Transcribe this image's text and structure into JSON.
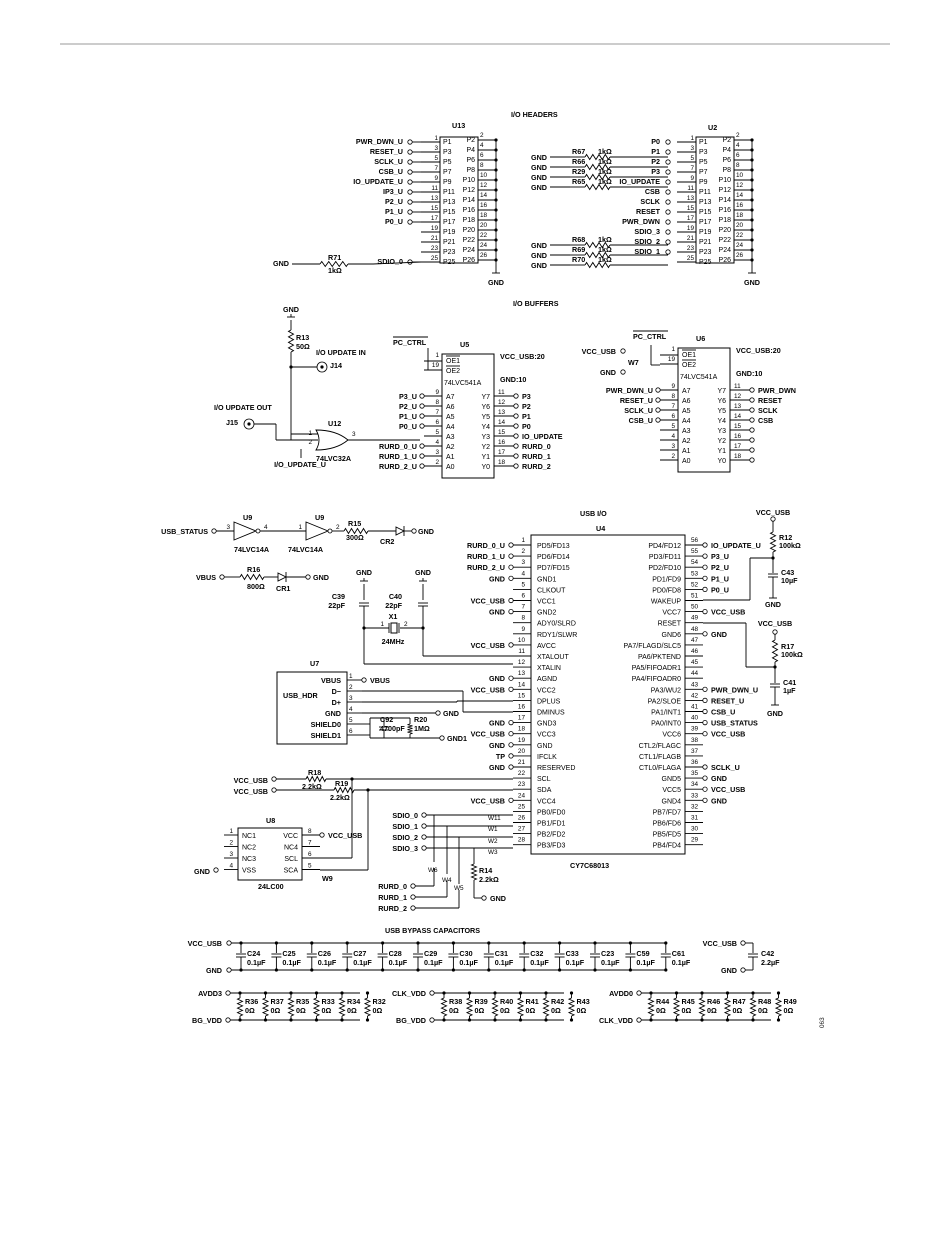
{
  "sections": {
    "io_headers": "I/O HEADERS",
    "io_buffers": "I/O BUFFERS",
    "usb_io": "USB I/O",
    "usb_bypass": "USB BYPASS CAPACITORS"
  },
  "u13": {
    "ref": "U13",
    "left_pins": [
      {
        "sig": "PWR_DWN_U",
        "num": "1",
        "name": "P1"
      },
      {
        "sig": "RESET_U",
        "num": "3",
        "name": "P3"
      },
      {
        "sig": "SCLK_U",
        "num": "5",
        "name": "P5"
      },
      {
        "sig": "CSB_U",
        "num": "7",
        "name": "P7"
      },
      {
        "sig": "IO_UPDATE_U",
        "num": "9",
        "name": "P9"
      },
      {
        "sig": "IP3_U",
        "num": "11",
        "name": "P11"
      },
      {
        "sig": "P2_U",
        "num": "13",
        "name": "P13"
      },
      {
        "sig": "P1_U",
        "num": "15",
        "name": "P15"
      },
      {
        "sig": "P0_U",
        "num": "17",
        "name": "P17"
      },
      {
        "sig": "",
        "num": "19",
        "name": "P19"
      },
      {
        "sig": "",
        "num": "21",
        "name": "P21"
      },
      {
        "sig": "",
        "num": "23",
        "name": "P23"
      },
      {
        "sig": "SDIO_0",
        "num": "25",
        "name": "P25"
      }
    ],
    "right_pins": [
      {
        "num": "2",
        "name": "P2"
      },
      {
        "num": "4",
        "name": "P4"
      },
      {
        "num": "6",
        "name": "P6"
      },
      {
        "num": "8",
        "name": "P8"
      },
      {
        "num": "10",
        "name": "P10"
      },
      {
        "num": "12",
        "name": "P12"
      },
      {
        "num": "14",
        "name": "P14"
      },
      {
        "num": "16",
        "name": "P16"
      },
      {
        "num": "18",
        "name": "P18"
      },
      {
        "num": "20",
        "name": "P20"
      },
      {
        "num": "22",
        "name": "P22"
      },
      {
        "num": "24",
        "name": "P24"
      },
      {
        "num": "26",
        "name": "P26"
      }
    ],
    "gnd": "GND",
    "r71": {
      "ref": "R71",
      "val": "1kΩ",
      "gnd": "GND"
    }
  },
  "u2": {
    "ref": "U2",
    "left_pins": [
      {
        "sig": "P0",
        "num": "1",
        "name": "P1"
      },
      {
        "sig": "P1",
        "num": "3",
        "name": "P3"
      },
      {
        "sig": "P2",
        "num": "5",
        "name": "P5"
      },
      {
        "sig": "P3",
        "num": "7",
        "name": "P7"
      },
      {
        "sig": "IO_UPDATE",
        "num": "9",
        "name": "P9"
      },
      {
        "sig": "CSB",
        "num": "11",
        "name": "P11"
      },
      {
        "sig": "SCLK",
        "num": "13",
        "name": "P13"
      },
      {
        "sig": "RESET",
        "num": "15",
        "name": "P15"
      },
      {
        "sig": "PWR_DWN",
        "num": "17",
        "name": "P17"
      },
      {
        "sig": "SDIO_3",
        "num": "19",
        "name": "P19"
      },
      {
        "sig": "SDIO_2",
        "num": "21",
        "name": "P21"
      },
      {
        "sig": "SDIO_1",
        "num": "23",
        "name": "P23"
      },
      {
        "sig": "",
        "num": "25",
        "name": "P25"
      }
    ],
    "right_pins": [
      {
        "num": "2",
        "name": "P2"
      },
      {
        "num": "4",
        "name": "P4"
      },
      {
        "num": "6",
        "name": "P6"
      },
      {
        "num": "8",
        "name": "P8"
      },
      {
        "num": "10",
        "name": "P10"
      },
      {
        "num": "12",
        "name": "P12"
      },
      {
        "num": "14",
        "name": "P14"
      },
      {
        "num": "16",
        "name": "P16"
      },
      {
        "num": "18",
        "name": "P18"
      },
      {
        "num": "20",
        "name": "P20"
      },
      {
        "num": "22",
        "name": "P22"
      },
      {
        "num": "24",
        "name": "P24"
      },
      {
        "num": "26",
        "name": "P26"
      }
    ],
    "res_top": [
      {
        "ref": "R67",
        "val": "1kΩ"
      },
      {
        "ref": "R66",
        "val": "1kΩ"
      },
      {
        "ref": "R29",
        "val": "1kΩ"
      },
      {
        "ref": "R65",
        "val": "1kΩ"
      }
    ],
    "res_bot": [
      {
        "ref": "R68",
        "val": "1kΩ"
      },
      {
        "ref": "R69",
        "val": "1kΩ"
      },
      {
        "ref": "R70",
        "val": "1kΩ"
      }
    ],
    "gnd": "GND"
  },
  "u5": {
    "ref": "U5",
    "part": "74LVC541A",
    "vcc": "VCC_USB:20",
    "gnd": "GND:10",
    "pc_ctrl": "PC_CTRL",
    "oe1": "OE1",
    "oe2": "OE2",
    "oe_pins": [
      "1",
      "19"
    ],
    "rows": [
      {
        "in": "P3_U",
        "ip": "9",
        "a": "A7",
        "y": "Y7",
        "op": "11",
        "out": "P3"
      },
      {
        "in": "P2_U",
        "ip": "8",
        "a": "A6",
        "y": "Y6",
        "op": "12",
        "out": "P2"
      },
      {
        "in": "P1_U",
        "ip": "7",
        "a": "A5",
        "y": "Y5",
        "op": "13",
        "out": "P1"
      },
      {
        "in": "P0_U",
        "ip": "6",
        "a": "A4",
        "y": "Y4",
        "op": "14",
        "out": "P0"
      },
      {
        "in": "",
        "ip": "5",
        "a": "A3",
        "y": "Y3",
        "op": "15",
        "out": "IO_UPDATE"
      },
      {
        "in": "RURD_0_U",
        "ip": "4",
        "a": "A2",
        "y": "Y2",
        "op": "16",
        "out": "RURD_0"
      },
      {
        "in": "RURD_1_U",
        "ip": "3",
        "a": "A1",
        "y": "Y1",
        "op": "17",
        "out": "RURD_1"
      },
      {
        "in": "RURD_2_U",
        "ip": "2",
        "a": "A0",
        "y": "Y0",
        "op": "18",
        "out": "RURD_2"
      }
    ]
  },
  "u6": {
    "ref": "U6",
    "part": "74LVC541A",
    "vcc": "VCC_USB:20",
    "gnd": "GND:10",
    "pc_ctrl": "PC_CTRL",
    "w7": "W7",
    "vcc_usb": "VCC_USB",
    "gnd_label": "GND",
    "oe1": "OE1",
    "oe2": "OE2",
    "oe_pins": [
      "1",
      "19"
    ],
    "rows": [
      {
        "in": "PWR_DWN_U",
        "ip": "9",
        "a": "A7",
        "y": "Y7",
        "op": "11",
        "out": "PWR_DWN"
      },
      {
        "in": "RESET_U",
        "ip": "8",
        "a": "A6",
        "y": "Y6",
        "op": "12",
        "out": "RESET"
      },
      {
        "in": "SCLK_U",
        "ip": "7",
        "a": "A5",
        "y": "Y5",
        "op": "13",
        "out": "SCLK"
      },
      {
        "in": "CSB_U",
        "ip": "6",
        "a": "A4",
        "y": "Y4",
        "op": "14",
        "out": "CSB"
      },
      {
        "in": "",
        "ip": "5",
        "a": "A3",
        "y": "Y3",
        "op": "15",
        "out": ""
      },
      {
        "in": "",
        "ip": "4",
        "a": "A2",
        "y": "Y2",
        "op": "16",
        "out": ""
      },
      {
        "in": "",
        "ip": "3",
        "a": "A1",
        "y": "Y1",
        "op": "17",
        "out": ""
      },
      {
        "in": "",
        "ip": "2",
        "a": "A0",
        "y": "Y0",
        "op": "18",
        "out": ""
      }
    ]
  },
  "update_io": {
    "gnd": "GND",
    "r13": "R13",
    "r13_val": "50Ω",
    "in_label": "I/O UPDATE IN",
    "j14": "J14",
    "out_label": "I/O UPDATE OUT",
    "j15": "J15",
    "u12": "U12",
    "u12_part": "74LVC32A",
    "u12_pins": [
      "1",
      "2",
      "3"
    ],
    "u12_out": "I/O_UPDATE_U"
  },
  "status": {
    "usb_status": "USB_STATUS",
    "u9": "U9",
    "u9_part": "74LVC14A",
    "pins_a": [
      "3",
      "4"
    ],
    "pins_b": [
      "1",
      "2"
    ],
    "r15": "R15",
    "r15_val": "300Ω",
    "cr2": "CR2",
    "gnd": "GND",
    "vbus": "VBUS",
    "r16": "R16",
    "r16_val": "800Ω",
    "cr1": "CR1"
  },
  "xtal": {
    "gnd": "GND",
    "c39": "C39",
    "c39_val": "22pF",
    "c40": "C40",
    "c40_val": "22pF",
    "x1": "X1",
    "freq": "24MHz",
    "pins": [
      "1",
      "2"
    ]
  },
  "u7": {
    "ref": "U7",
    "label": "USB_HDR",
    "pins": [
      {
        "name": "VBUS",
        "num": "1"
      },
      {
        "name": "D−",
        "num": "2"
      },
      {
        "name": "D+",
        "num": "3"
      },
      {
        "name": "GND",
        "num": "4"
      },
      {
        "name": "SHIELD0",
        "num": "5"
      },
      {
        "name": "SHIELD1",
        "num": "6"
      }
    ],
    "vbus_net": "VBUS",
    "gnd_net": "GND",
    "gnd1_net": "GND1",
    "c92": "C92",
    "c92_val": "4700pF",
    "r20": "R20",
    "r20_val": "1MΩ"
  },
  "u4": {
    "ref": "U4",
    "part": "CY7C68013",
    "left_pins": [
      {
        "net": "RURD_0_U",
        "num": "1",
        "name": "PD5/FD13"
      },
      {
        "net": "RURD_1_U",
        "num": "2",
        "name": "PD6/FD14"
      },
      {
        "net": "RURD_2_U",
        "num": "3",
        "name": "PD7/FD15"
      },
      {
        "net": "GND",
        "num": "4",
        "name": "GND1"
      },
      {
        "net": "",
        "num": "5",
        "name": "CLKOUT"
      },
      {
        "net": "VCC_USB",
        "num": "6",
        "name": "VCC1"
      },
      {
        "net": "GND",
        "num": "7",
        "name": "GND2"
      },
      {
        "net": "",
        "num": "8",
        "name": "ADY0/SLRD"
      },
      {
        "net": "",
        "num": "9",
        "name": "RDY1/SLWR"
      },
      {
        "net": "VCC_USB",
        "num": "10",
        "name": "AVCC"
      },
      {
        "net": "",
        "num": "11",
        "name": "XTALOUT"
      },
      {
        "net": "",
        "num": "12",
        "name": "XTALIN"
      },
      {
        "net": "GND",
        "num": "13",
        "name": "AGND"
      },
      {
        "net": "VCC_USB",
        "num": "14",
        "name": "VCC2"
      },
      {
        "net": "",
        "num": "15",
        "name": "DPLUS"
      },
      {
        "net": "",
        "num": "16",
        "name": "DMINUS"
      },
      {
        "net": "GND",
        "num": "17",
        "name": "GND3"
      },
      {
        "net": "VCC_USB",
        "num": "18",
        "name": "VCC3"
      },
      {
        "net": "GND",
        "num": "19",
        "name": "GND"
      },
      {
        "net": "TP",
        "num": "20",
        "name": "IFCLK"
      },
      {
        "net": "GND",
        "num": "21",
        "name": "RESERVED"
      },
      {
        "net": "",
        "num": "22",
        "name": "SCL"
      },
      {
        "net": "",
        "num": "23",
        "name": "SDA"
      },
      {
        "net": "VCC_USB",
        "num": "24",
        "name": "VCC4"
      },
      {
        "net": "",
        "num": "25",
        "name": "PB0/FD0"
      },
      {
        "net": "",
        "num": "26",
        "name": "PB1/FD1"
      },
      {
        "net": "",
        "num": "27",
        "name": "PB2/FD2"
      },
      {
        "net": "",
        "num": "28",
        "name": "PB3/FD3"
      }
    ],
    "right_pins": [
      {
        "net": "IO_UPDATE_U",
        "num": "56",
        "name": "PD4/FD12"
      },
      {
        "net": "P3_U",
        "num": "55",
        "name": "PD3/FD11"
      },
      {
        "net": "P2_U",
        "num": "54",
        "name": "PD2/FD10"
      },
      {
        "net": "P1_U",
        "num": "53",
        "name": "PD1/FD9"
      },
      {
        "net": "P0_U",
        "num": "52",
        "name": "PD0/FD8"
      },
      {
        "net": "",
        "num": "51",
        "name": "WAKEUP"
      },
      {
        "net": "VCC_USB",
        "num": "50",
        "name": "VCC7"
      },
      {
        "net": "",
        "num": "49",
        "name": "RESET"
      },
      {
        "net": "GND",
        "num": "48",
        "name": "GND6"
      },
      {
        "net": "",
        "num": "47",
        "name": "PA7/FLAGD/SLC5"
      },
      {
        "net": "",
        "num": "46",
        "name": "PA6/PKTEND"
      },
      {
        "net": "",
        "num": "45",
        "name": "PA5/FIFOADR1"
      },
      {
        "net": "",
        "num": "44",
        "name": "PA4/FIFOADR0"
      },
      {
        "net": "PWR_DWN_U",
        "num": "43",
        "name": "PA3/WU2"
      },
      {
        "net": "RESET_U",
        "num": "42",
        "name": "PA2/SLOE"
      },
      {
        "net": "CSB_U",
        "num": "41",
        "name": "PA1/INT1"
      },
      {
        "net": "USB_STATUS",
        "num": "40",
        "name": "PA0/INT0"
      },
      {
        "net": "VCC_USB",
        "num": "39",
        "name": "VCC6"
      },
      {
        "net": "",
        "num": "38",
        "name": "CTL2/FLAGC"
      },
      {
        "net": "",
        "num": "37",
        "name": "CTL1/FLAGB"
      },
      {
        "net": "SCLK_U",
        "num": "36",
        "name": "CTL0/FLAGA"
      },
      {
        "net": "GND",
        "num": "35",
        "name": "GND5"
      },
      {
        "net": "VCC_USB",
        "num": "34",
        "name": "VCC5"
      },
      {
        "net": "GND",
        "num": "33",
        "name": "GND4"
      },
      {
        "net": "",
        "num": "32",
        "name": "PB7/FD7"
      },
      {
        "net": "",
        "num": "31",
        "name": "PB6/FD6"
      },
      {
        "net": "",
        "num": "30",
        "name": "PB5/FD5"
      },
      {
        "net": "",
        "num": "29",
        "name": "PB4/FD4"
      }
    ],
    "vcc_usb_a": "VCC_USB",
    "r12": "R12",
    "r12_val": "100kΩ",
    "c43": "C43",
    "c43_val": "10µF",
    "gnd_a": "GND",
    "vcc_usb_b": "VCC_USB",
    "r17": "R17",
    "r17_val": "100kΩ",
    "c41": "C41",
    "c41_val": "1µF",
    "gnd_b": "GND"
  },
  "u8": {
    "ref": "U8",
    "part": "24LC00",
    "left_pins": [
      {
        "num": "1",
        "name": "NC1"
      },
      {
        "num": "2",
        "name": "NC2"
      },
      {
        "num": "3",
        "name": "NC3"
      },
      {
        "num": "4",
        "name": "VSS"
      }
    ],
    "right_pins": [
      {
        "num": "8",
        "name": "VCC"
      },
      {
        "num": "7",
        "name": "NC4"
      },
      {
        "num": "6",
        "name": "SCL"
      },
      {
        "num": "5",
        "name": "SCA"
      }
    ],
    "vcc_usb": "VCC_USB",
    "gnd": "GND",
    "w9": "W9",
    "r18": "R18",
    "r18_val": "2.2kΩ",
    "r19": "R19",
    "r19_val": "2.2kΩ",
    "vcc_usb_a": "VCC_USB",
    "vcc_usb_b": "VCC_USB"
  },
  "sdio": {
    "nets": [
      "SDIO_0",
      "SDIO_1",
      "SDIO_2",
      "SDIO_3"
    ],
    "rurd": [
      "RURD_0",
      "RURD_1",
      "RURD_2"
    ],
    "jumpers": [
      "W11",
      "W1",
      "W2",
      "W3",
      "W6",
      "W4",
      "W5"
    ],
    "r14": "R14",
    "r14_val": "2.2kΩ",
    "gnd": "GND"
  },
  "bypass": {
    "vcc_usb": "VCC_USB",
    "gnd": "GND",
    "caps": [
      {
        "ref": "C24",
        "val": "0.1µF"
      },
      {
        "ref": "C25",
        "val": "0.1µF"
      },
      {
        "ref": "C26",
        "val": "0.1µF"
      },
      {
        "ref": "C27",
        "val": "0.1µF"
      },
      {
        "ref": "C28",
        "val": "0.1µF"
      },
      {
        "ref": "C29",
        "val": "0.1µF"
      },
      {
        "ref": "C30",
        "val": "0.1µF"
      },
      {
        "ref": "C31",
        "val": "0.1µF"
      },
      {
        "ref": "C32",
        "val": "0.1µF"
      },
      {
        "ref": "C33",
        "val": "0.1µF"
      },
      {
        "ref": "C23",
        "val": "0.1µF"
      },
      {
        "ref": "C59",
        "val": "0.1µF"
      },
      {
        "ref": "C61",
        "val": "0.1µF"
      }
    ],
    "c42_vcc": "VCC_USB",
    "c42_gnd": "GND",
    "c42": {
      "ref": "C42",
      "val": "2.2µF"
    },
    "groups": [
      {
        "top": "AVDD3",
        "bot": "BG_VDD",
        "res": [
          {
            "ref": "R36",
            "val": "0Ω"
          },
          {
            "ref": "R37",
            "val": "0Ω"
          },
          {
            "ref": "R35",
            "val": "0Ω"
          },
          {
            "ref": "R33",
            "val": "0Ω"
          },
          {
            "ref": "R34",
            "val": "0Ω"
          },
          {
            "ref": "R32",
            "val": "0Ω"
          }
        ]
      },
      {
        "top": "CLK_VDD",
        "bot": "BG_VDD",
        "res": [
          {
            "ref": "R38",
            "val": "0Ω"
          },
          {
            "ref": "R39",
            "val": "0Ω"
          },
          {
            "ref": "R40",
            "val": "0Ω"
          },
          {
            "ref": "R41",
            "val": "0Ω"
          },
          {
            "ref": "R42",
            "val": "0Ω"
          },
          {
            "ref": "R43",
            "val": "0Ω"
          }
        ]
      },
      {
        "top": "AVDD0",
        "bot": "CLK_VDD",
        "res": [
          {
            "ref": "R44",
            "val": "0Ω"
          },
          {
            "ref": "R45",
            "val": "0Ω"
          },
          {
            "ref": "R46",
            "val": "0Ω"
          },
          {
            "ref": "R47",
            "val": "0Ω"
          },
          {
            "ref": "R48",
            "val": "0Ω"
          },
          {
            "ref": "R49",
            "val": "0Ω"
          }
        ]
      }
    ]
  },
  "fig_id": "063"
}
